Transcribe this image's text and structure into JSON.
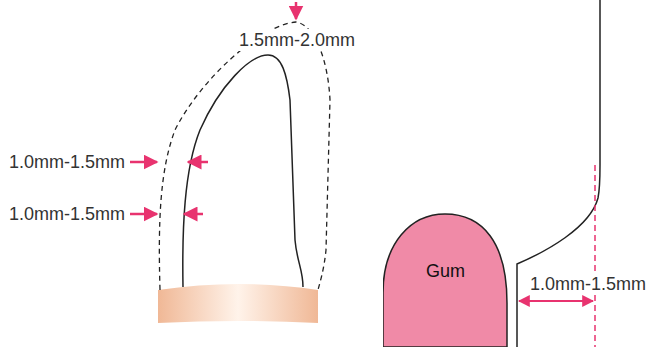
{
  "diagram": {
    "nodes": [
      {
        "text": [
          "Gum"
        ]
      }
    ],
    "labels": [
      "1.5mm-2.0mm",
      "1.0mm-1.5mm",
      "1.0mm-1.5mm",
      "1.0mm-1.5mm"
    ]
  }
}
